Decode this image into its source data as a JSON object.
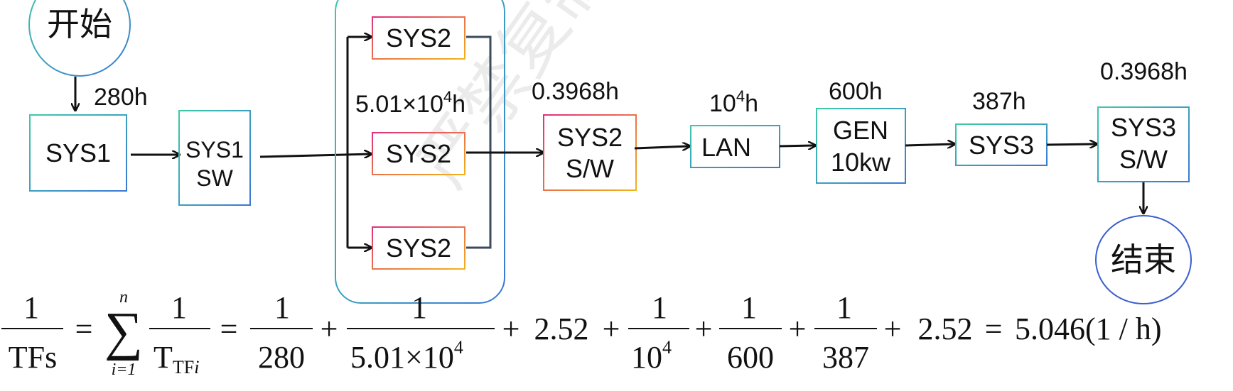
{
  "watermark": "严禁复制",
  "nodes": {
    "start": "开始",
    "end": "结束",
    "sys1": "SYS1",
    "sys1sw": [
      "SYS1",
      "SW"
    ],
    "sys2_top": "SYS2",
    "sys2_mid": "SYS2",
    "sys2_bot": "SYS2",
    "sys2sw": [
      "SYS2",
      "S/W"
    ],
    "lan": "LAN",
    "gen": [
      "GEN",
      "10kw"
    ],
    "sys3": "SYS3",
    "sys3sw": [
      "SYS3",
      "S/W"
    ]
  },
  "labels": {
    "sys1_time": "280h",
    "sys2_group_time": {
      "base": "5.01×10",
      "exp": "4",
      "unit": "h"
    },
    "sys2sw_time": "0.3968h",
    "lan_time": {
      "base": "10",
      "exp": "4",
      "unit": "h"
    },
    "gen_time": "600h",
    "sys3_time": "387h",
    "sys3sw_time": "0.3968h"
  },
  "formula": {
    "lhs_num": "1",
    "lhs_den": "TFs",
    "eq": "=",
    "sum_top": "n",
    "sum_bottom": "i=1",
    "sum_symbol": "∑",
    "frac1_num": "1",
    "frac1_den_main": "T",
    "frac1_den_sub": "TF",
    "frac1_den_sub_i": "i",
    "t1_num": "1",
    "t1_den": "280",
    "plus": "+",
    "t2_num": "1",
    "t2_den_base": "5.01×10",
    "t2_den_exp": "4",
    "t3": "2.52",
    "t4_num": "1",
    "t4_den_base": "10",
    "t4_den_exp": "4",
    "t5_num": "1",
    "t5_den": "600",
    "t6_num": "1",
    "t6_den": "387",
    "t7": "2.52",
    "result": "5.046(1 / h)"
  }
}
